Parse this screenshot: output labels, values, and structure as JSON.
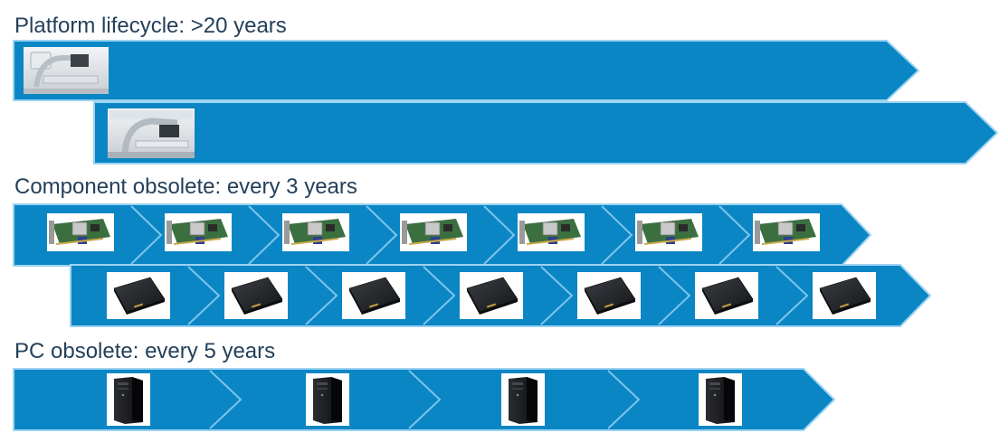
{
  "sections": [
    {
      "heading": "Platform lifecycle: >20 years"
    },
    {
      "heading": "Component obsolete: every 3 years"
    },
    {
      "heading": "PC obsolete: every 5 years"
    }
  ],
  "colors": {
    "arrow_fill": "#0a86c5",
    "arrow_border": "#9dd3f1",
    "segment_divider": "#7fc4ea",
    "heading_text": "#24405a"
  },
  "images": {
    "platform_row_1": "medical-imaging-system-photo",
    "platform_row_2": "medical-imaging-system-photo",
    "component_row_1": "graphics-card-photo",
    "component_row_2": "solid-state-drive-photo",
    "pc_row": "tower-pc-photo"
  }
}
